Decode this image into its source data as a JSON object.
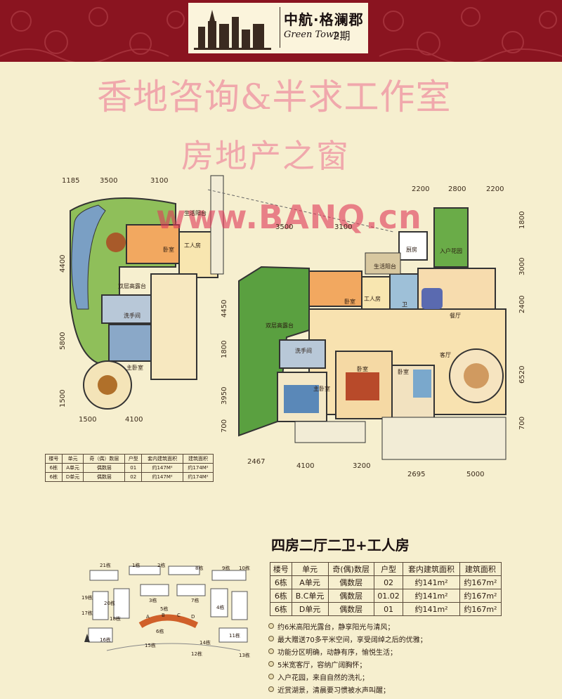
{
  "header": {
    "brand_title": "中航·格澜郡",
    "brand_sub": "Green Town",
    "brand_phase": "2期",
    "colors": {
      "band": "#8a1420",
      "box": "#fbf4dc"
    }
  },
  "watermark": {
    "line1": "香地咨询&半求工作室",
    "line2": "房地产之窗",
    "url": "www.BANQ.cn"
  },
  "left_plan": {
    "dims_top": [
      "1185",
      "3500",
      "3100"
    ],
    "dims_left": [
      "4400",
      "5800",
      "1500"
    ],
    "dims_bottom": [
      "1500",
      "4100"
    ],
    "rooms": {
      "balcony": "生活阳台",
      "bedroom": "卧室",
      "servant": "工人房",
      "terrace": "双层高露台",
      "washroom": "洗手间",
      "master": "主卧室"
    }
  },
  "right_plan": {
    "dims_top_left": [
      "3500",
      "3100"
    ],
    "dims_top_right": [
      "2200",
      "2800",
      "2200"
    ],
    "dims_left": [
      "4450",
      "1800",
      "3950",
      "700"
    ],
    "dims_right": [
      "1800",
      "3000",
      "2400",
      "6520",
      "700"
    ],
    "dims_bottom": [
      "2467",
      "4100",
      "3200",
      "2695",
      "5000"
    ],
    "rooms": {
      "balcony": "生活阳台",
      "kitchen": "厨房",
      "garden": "入户花园",
      "bedroom1": "卧室",
      "servant": "工人房",
      "wc": "卫",
      "dining": "餐厅",
      "terrace": "双层高露台",
      "washroom": "洗手间",
      "living": "客厅",
      "master": "主卧室",
      "bedroom2": "卧室",
      "bedroom3": "卧室"
    }
  },
  "small_table": {
    "headers": [
      "楼号",
      "单元",
      "奇（偶）数层",
      "户型",
      "套内建筑面积",
      "建筑面积"
    ],
    "rows": [
      [
        "6栋",
        "A单元",
        "偶数层",
        "01",
        "约147M²",
        "约174M²"
      ],
      [
        "6栋",
        "D单元",
        "偶数层",
        "02",
        "约147M²",
        "约174M²"
      ]
    ]
  },
  "section": {
    "title": "四房二厅二卫+工人房",
    "table": {
      "headers": [
        "楼号",
        "单元",
        "奇(偶)数层",
        "户型",
        "套内建筑面积",
        "建筑面积"
      ],
      "rows": [
        [
          "6栋",
          "A单元",
          "偶数层",
          "02",
          "约141m²",
          "约167m²"
        ],
        [
          "6栋",
          "B.C单元",
          "偶数层",
          "01.02",
          "约141m²",
          "约167m²"
        ],
        [
          "6栋",
          "D单元",
          "偶数层",
          "01",
          "约141m²",
          "约167m²"
        ]
      ]
    },
    "features": [
      "约6米高阳光露台，静享阳光与清风；",
      "最大赠送70多平米空间，享受阔绰之后的优雅；",
      "功能分区明确，动静有序，愉悦生活；",
      "5米宽客厅，容纳广阔胸怀；",
      "入户花园，来自自然的洗礼；",
      "近赏湖景，清晨要习惯被水声叫醒；"
    ]
  },
  "sitemap": {
    "buildings": [
      "21栋",
      "1栋",
      "2栋",
      "8栋",
      "9栋",
      "10栋",
      "19栋",
      "20栋",
      "3栋",
      "7栋",
      "4栋",
      "18栋",
      "17栋",
      "5栋",
      "A",
      "B",
      "C",
      "D",
      "6栋",
      "16栋",
      "15栋",
      "14栋",
      "12栋",
      "13栋",
      "11栋"
    ]
  }
}
